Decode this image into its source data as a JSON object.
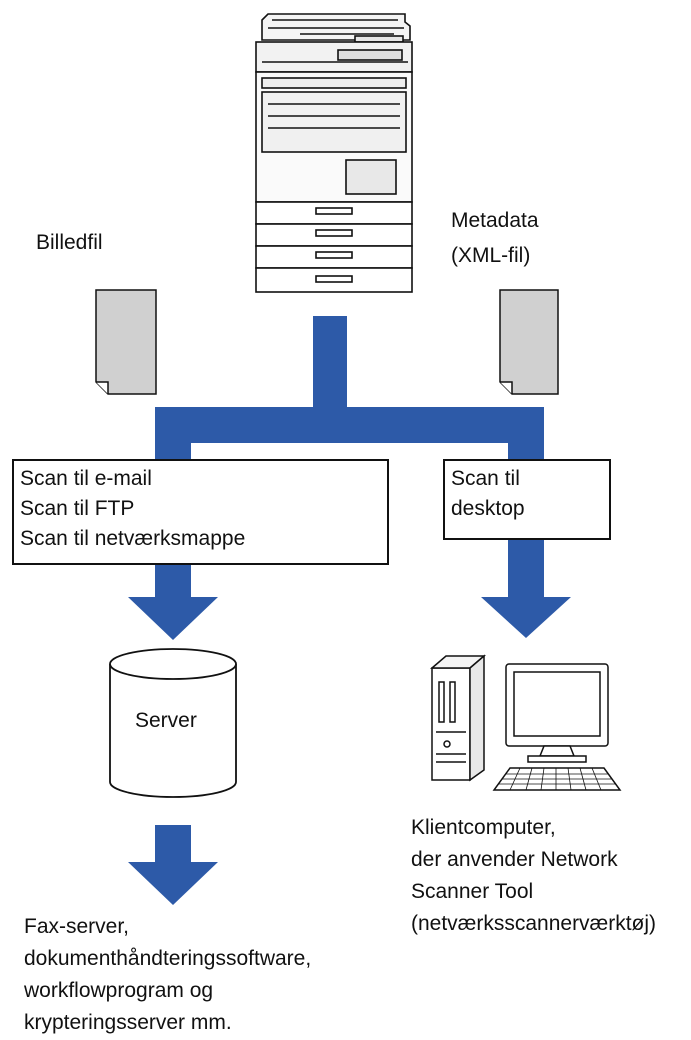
{
  "labels": {
    "image_file": "Billedfil",
    "metadata_line1": "Metadata",
    "metadata_line2": "(XML-fil)",
    "server": "Server"
  },
  "left_box": {
    "lines": [
      "Scan til e-mail",
      "Scan til FTP",
      "Scan til netværksmappe"
    ]
  },
  "right_box": {
    "lines": [
      "Scan til",
      "desktop"
    ]
  },
  "client_caption": {
    "lines": [
      "Klientcomputer,",
      "der anvender Network",
      "Scanner Tool",
      "(netværksscannerværktøj)"
    ]
  },
  "destination_caption": {
    "lines": [
      "Fax-server,",
      "dokumenthåndteringssoftware,",
      "workflowprogram og",
      "krypteringsserver mm."
    ]
  },
  "colors": {
    "flow_blue": "#2d5aa8",
    "document_gray": "#d0d0d0",
    "outline": "#111111"
  },
  "icons": {
    "printer": "multifunction-printer-icon",
    "document": "document-icon",
    "server": "server-cylinder-icon",
    "computer": "desktop-computer-icon"
  }
}
